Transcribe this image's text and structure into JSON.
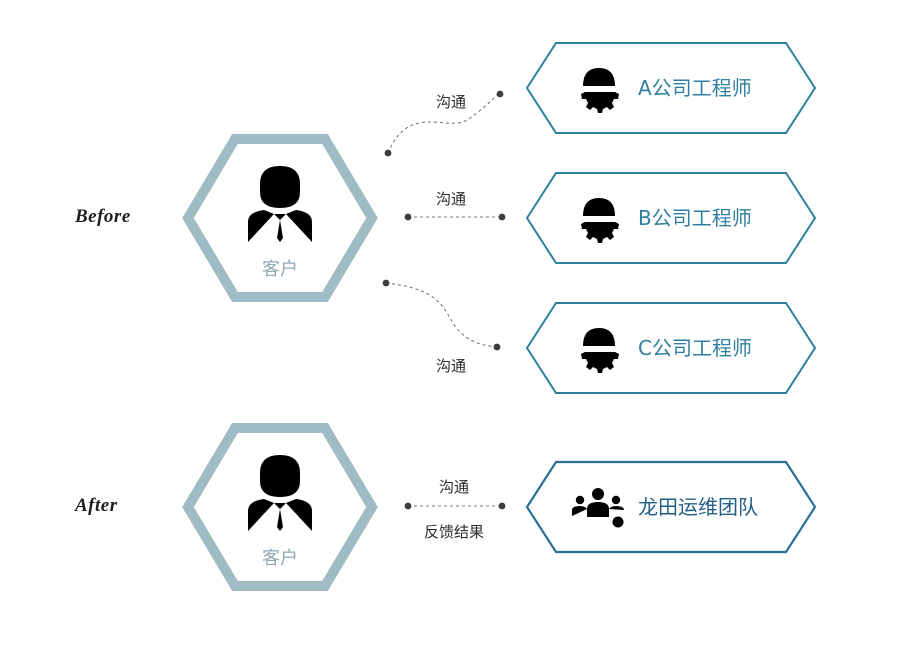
{
  "sections": {
    "before": "Before",
    "after": "After"
  },
  "client": {
    "label": "客户"
  },
  "engineers": [
    {
      "label": "A公司工程师"
    },
    {
      "label": "B公司工程师"
    },
    {
      "label": "C公司工程师"
    }
  ],
  "team": {
    "label": "龙田运维团队"
  },
  "connectors": {
    "before_top": "沟通",
    "before_middle": "沟通",
    "before_bottom": "沟通",
    "after_line1": "沟通",
    "after_line2": "反馈结果"
  },
  "colors": {
    "client_hex": "#9fbcc4",
    "client_icon": "#90a9b2",
    "engineer_accent": "#2f7f9e",
    "team_accent": "#2a6f96",
    "connector": "#777777"
  },
  "icons": {
    "client": "businessman-icon",
    "engineer": "engineer-helmet-gear-icon",
    "team": "team-gear-icon"
  }
}
